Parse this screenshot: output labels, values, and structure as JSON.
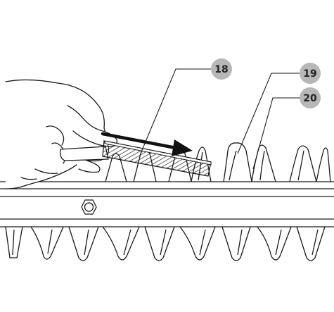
{
  "callouts": [
    {
      "id": "18",
      "label": "18"
    },
    {
      "id": "19",
      "label": "19"
    },
    {
      "id": "20",
      "label": "20"
    }
  ],
  "colors": {
    "line": "#1a1a1a",
    "badge": "#b7b7b7",
    "arrow": "#111111",
    "file_hatch": "#3a3a3a"
  },
  "icons": {
    "hand": "hand-holding-file",
    "nut": "hex-nut-icon",
    "arrow": "direction-arrow-icon"
  }
}
